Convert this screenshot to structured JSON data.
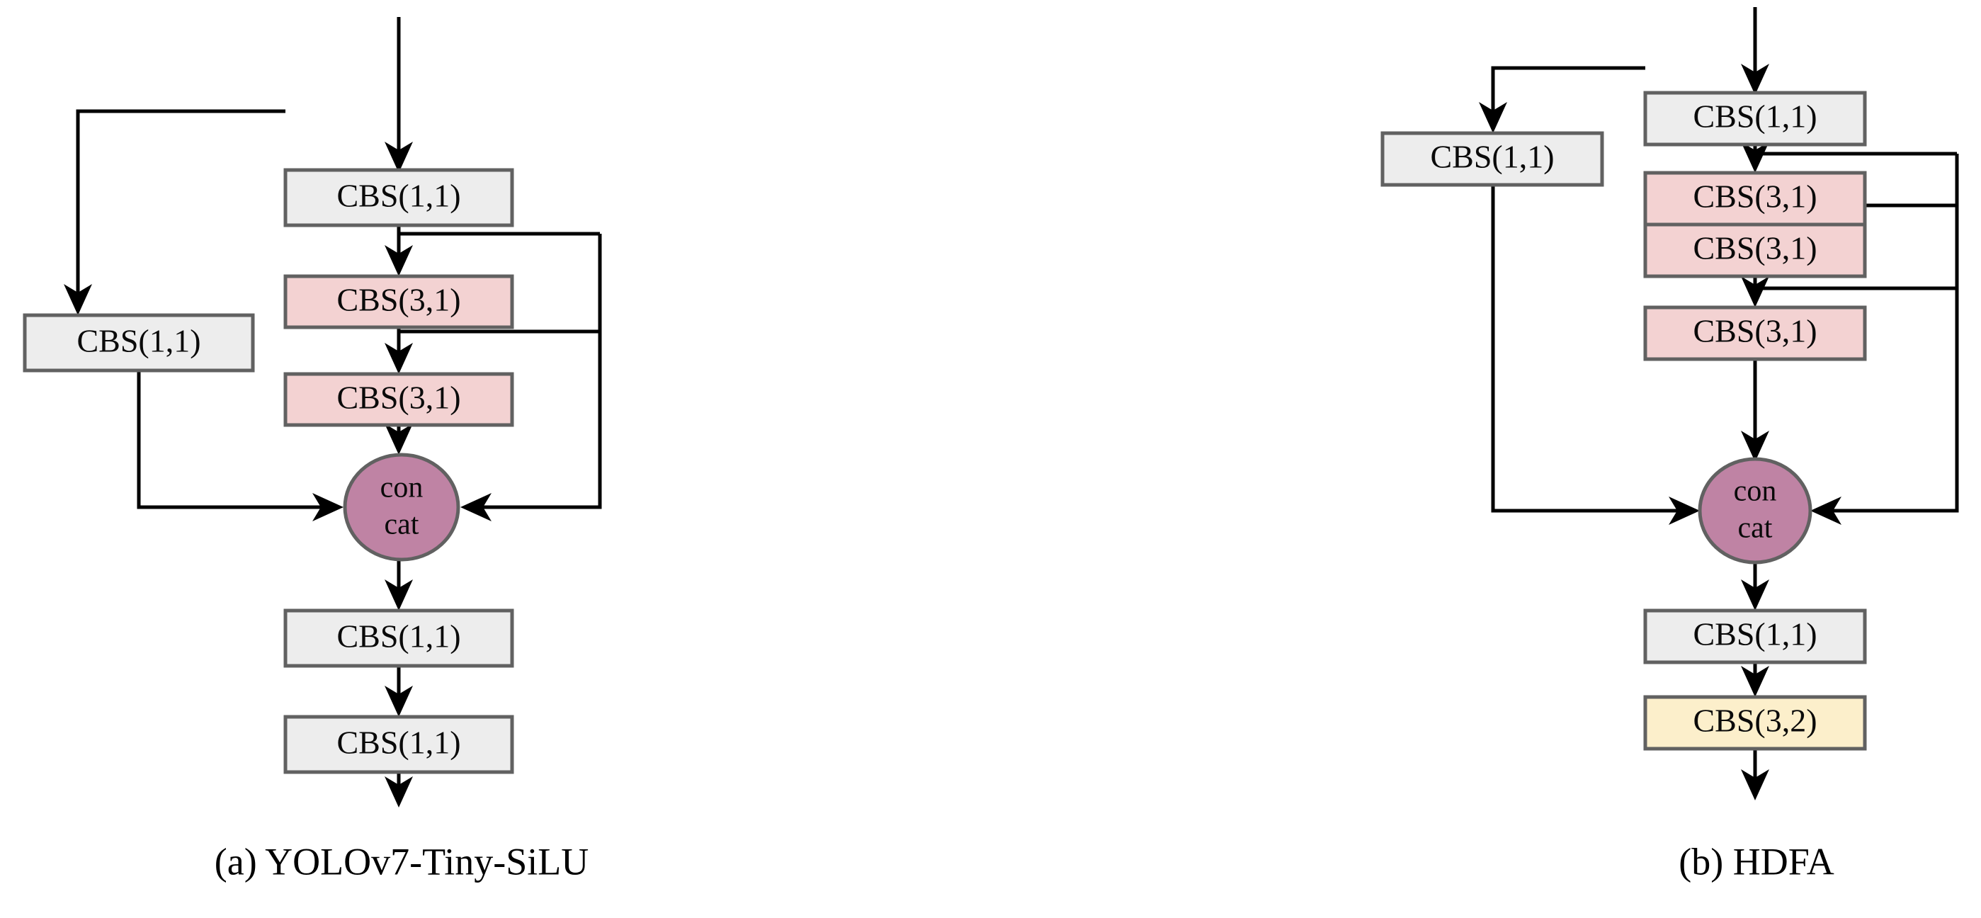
{
  "figure": {
    "background_color": "#ffffff",
    "panels": [
      {
        "id": "panel-a",
        "caption": "(a)  YOLOv7-Tiny-SiLU",
        "nodes": [
          {
            "id": "a-cbs-top",
            "label": "CBS(1,1)",
            "type": "rect",
            "fill": "#ededed"
          },
          {
            "id": "a-cbs-left",
            "label": "CBS(1,1)",
            "type": "rect",
            "fill": "#ededed"
          },
          {
            "id": "a-cbs-31-1",
            "label": "CBS(3,1)",
            "type": "rect",
            "fill": "#f3d2d2"
          },
          {
            "id": "a-cbs-31-2",
            "label": "CBS(3,1)",
            "type": "rect",
            "fill": "#f3d2d2"
          },
          {
            "id": "a-concat",
            "label": "con cat",
            "type": "ellipse",
            "fill": "#bf83a4",
            "line1": "con",
            "line2": "cat"
          },
          {
            "id": "a-cbs-out-1",
            "label": "CBS(1,1)",
            "type": "rect",
            "fill": "#ededed"
          },
          {
            "id": "a-cbs-out-2",
            "label": "CBS(1,1)",
            "type": "rect",
            "fill": "#ededed"
          }
        ]
      },
      {
        "id": "panel-b",
        "caption": "(b)  HDFA",
        "nodes": [
          {
            "id": "b-cbs-top",
            "label": "CBS(1,1)",
            "type": "rect",
            "fill": "#ededed"
          },
          {
            "id": "b-cbs-left",
            "label": "CBS(1,1)",
            "type": "rect",
            "fill": "#ededed"
          },
          {
            "id": "b-cbs-31-1",
            "label": "CBS(3,1)",
            "type": "rect",
            "fill": "#f3d2d2"
          },
          {
            "id": "b-cbs-31-2",
            "label": "CBS(3,1)",
            "type": "rect",
            "fill": "#f3d2d2"
          },
          {
            "id": "b-cbs-31-3",
            "label": "CBS(3,1)",
            "type": "rect",
            "fill": "#f3d2d2"
          },
          {
            "id": "b-concat",
            "label": "con cat",
            "type": "ellipse",
            "fill": "#bf83a4",
            "line1": "con",
            "line2": "cat"
          },
          {
            "id": "b-cbs-out-1",
            "label": "CBS(1,1)",
            "type": "rect",
            "fill": "#ededed"
          },
          {
            "id": "b-cbs-32",
            "label": "CBS(3,2)",
            "type": "rect",
            "fill": "#fcefcb"
          }
        ]
      }
    ],
    "colors": {
      "grey_block": "#ededed",
      "pink_block": "#f3d2d2",
      "yellow_block": "#fcefcb",
      "concat_purple": "#bf83a4",
      "block_border": "#616161",
      "edge": "#000000"
    }
  }
}
